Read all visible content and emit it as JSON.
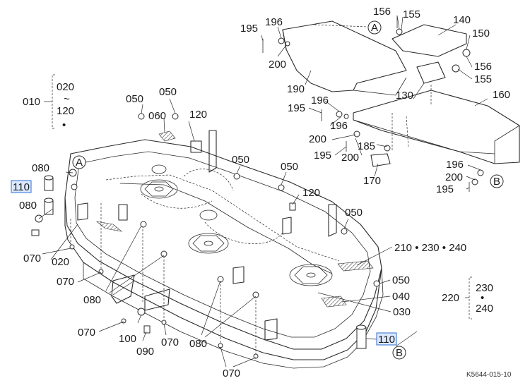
{
  "drawing_code": "K5644-015-10",
  "labels": {
    "p010": "010",
    "p020a": "020",
    "tilde": "~",
    "p120a": "120",
    "p050a": "050",
    "p050b": "050",
    "p060": "060",
    "p120b": "120",
    "p080a": "080",
    "p110a": "110",
    "p080b": "080",
    "p070a": "070",
    "p020b": "020",
    "p070b": "070",
    "p080c": "080",
    "p070c": "070",
    "p100": "100",
    "p090": "090",
    "p070d": "070",
    "p080d": "080",
    "p070e": "070",
    "p050c": "050",
    "p050d": "050",
    "p120c": "120",
    "p050e": "050",
    "p210": "210 • 230 • 240",
    "p050f": "050",
    "p040": "040",
    "p030": "030",
    "p220": "220",
    "p230": "230",
    "p240": "240",
    "p110b": "110",
    "p195a": "195",
    "p196a": "196",
    "p200a": "200",
    "p156a": "156",
    "p155a": "155",
    "p140": "140",
    "p150": "150",
    "p156b": "156",
    "p155b": "155",
    "p190": "190",
    "p196b": "196",
    "p195b": "195",
    "p196c": "196",
    "p130": "130",
    "p160": "160",
    "p200b": "200",
    "p185": "185",
    "p195c": "195",
    "p200c": "200",
    "p170": "170",
    "p196d": "196",
    "p200d": "200",
    "p195d": "195"
  },
  "callouts": {
    "A": "A",
    "B": "B"
  },
  "highlighted_parts": [
    "110"
  ],
  "colors": {
    "line": "#2a2a2a",
    "highlight_fill": "#dbe9ff",
    "highlight_stroke": "#2f6fd6"
  }
}
